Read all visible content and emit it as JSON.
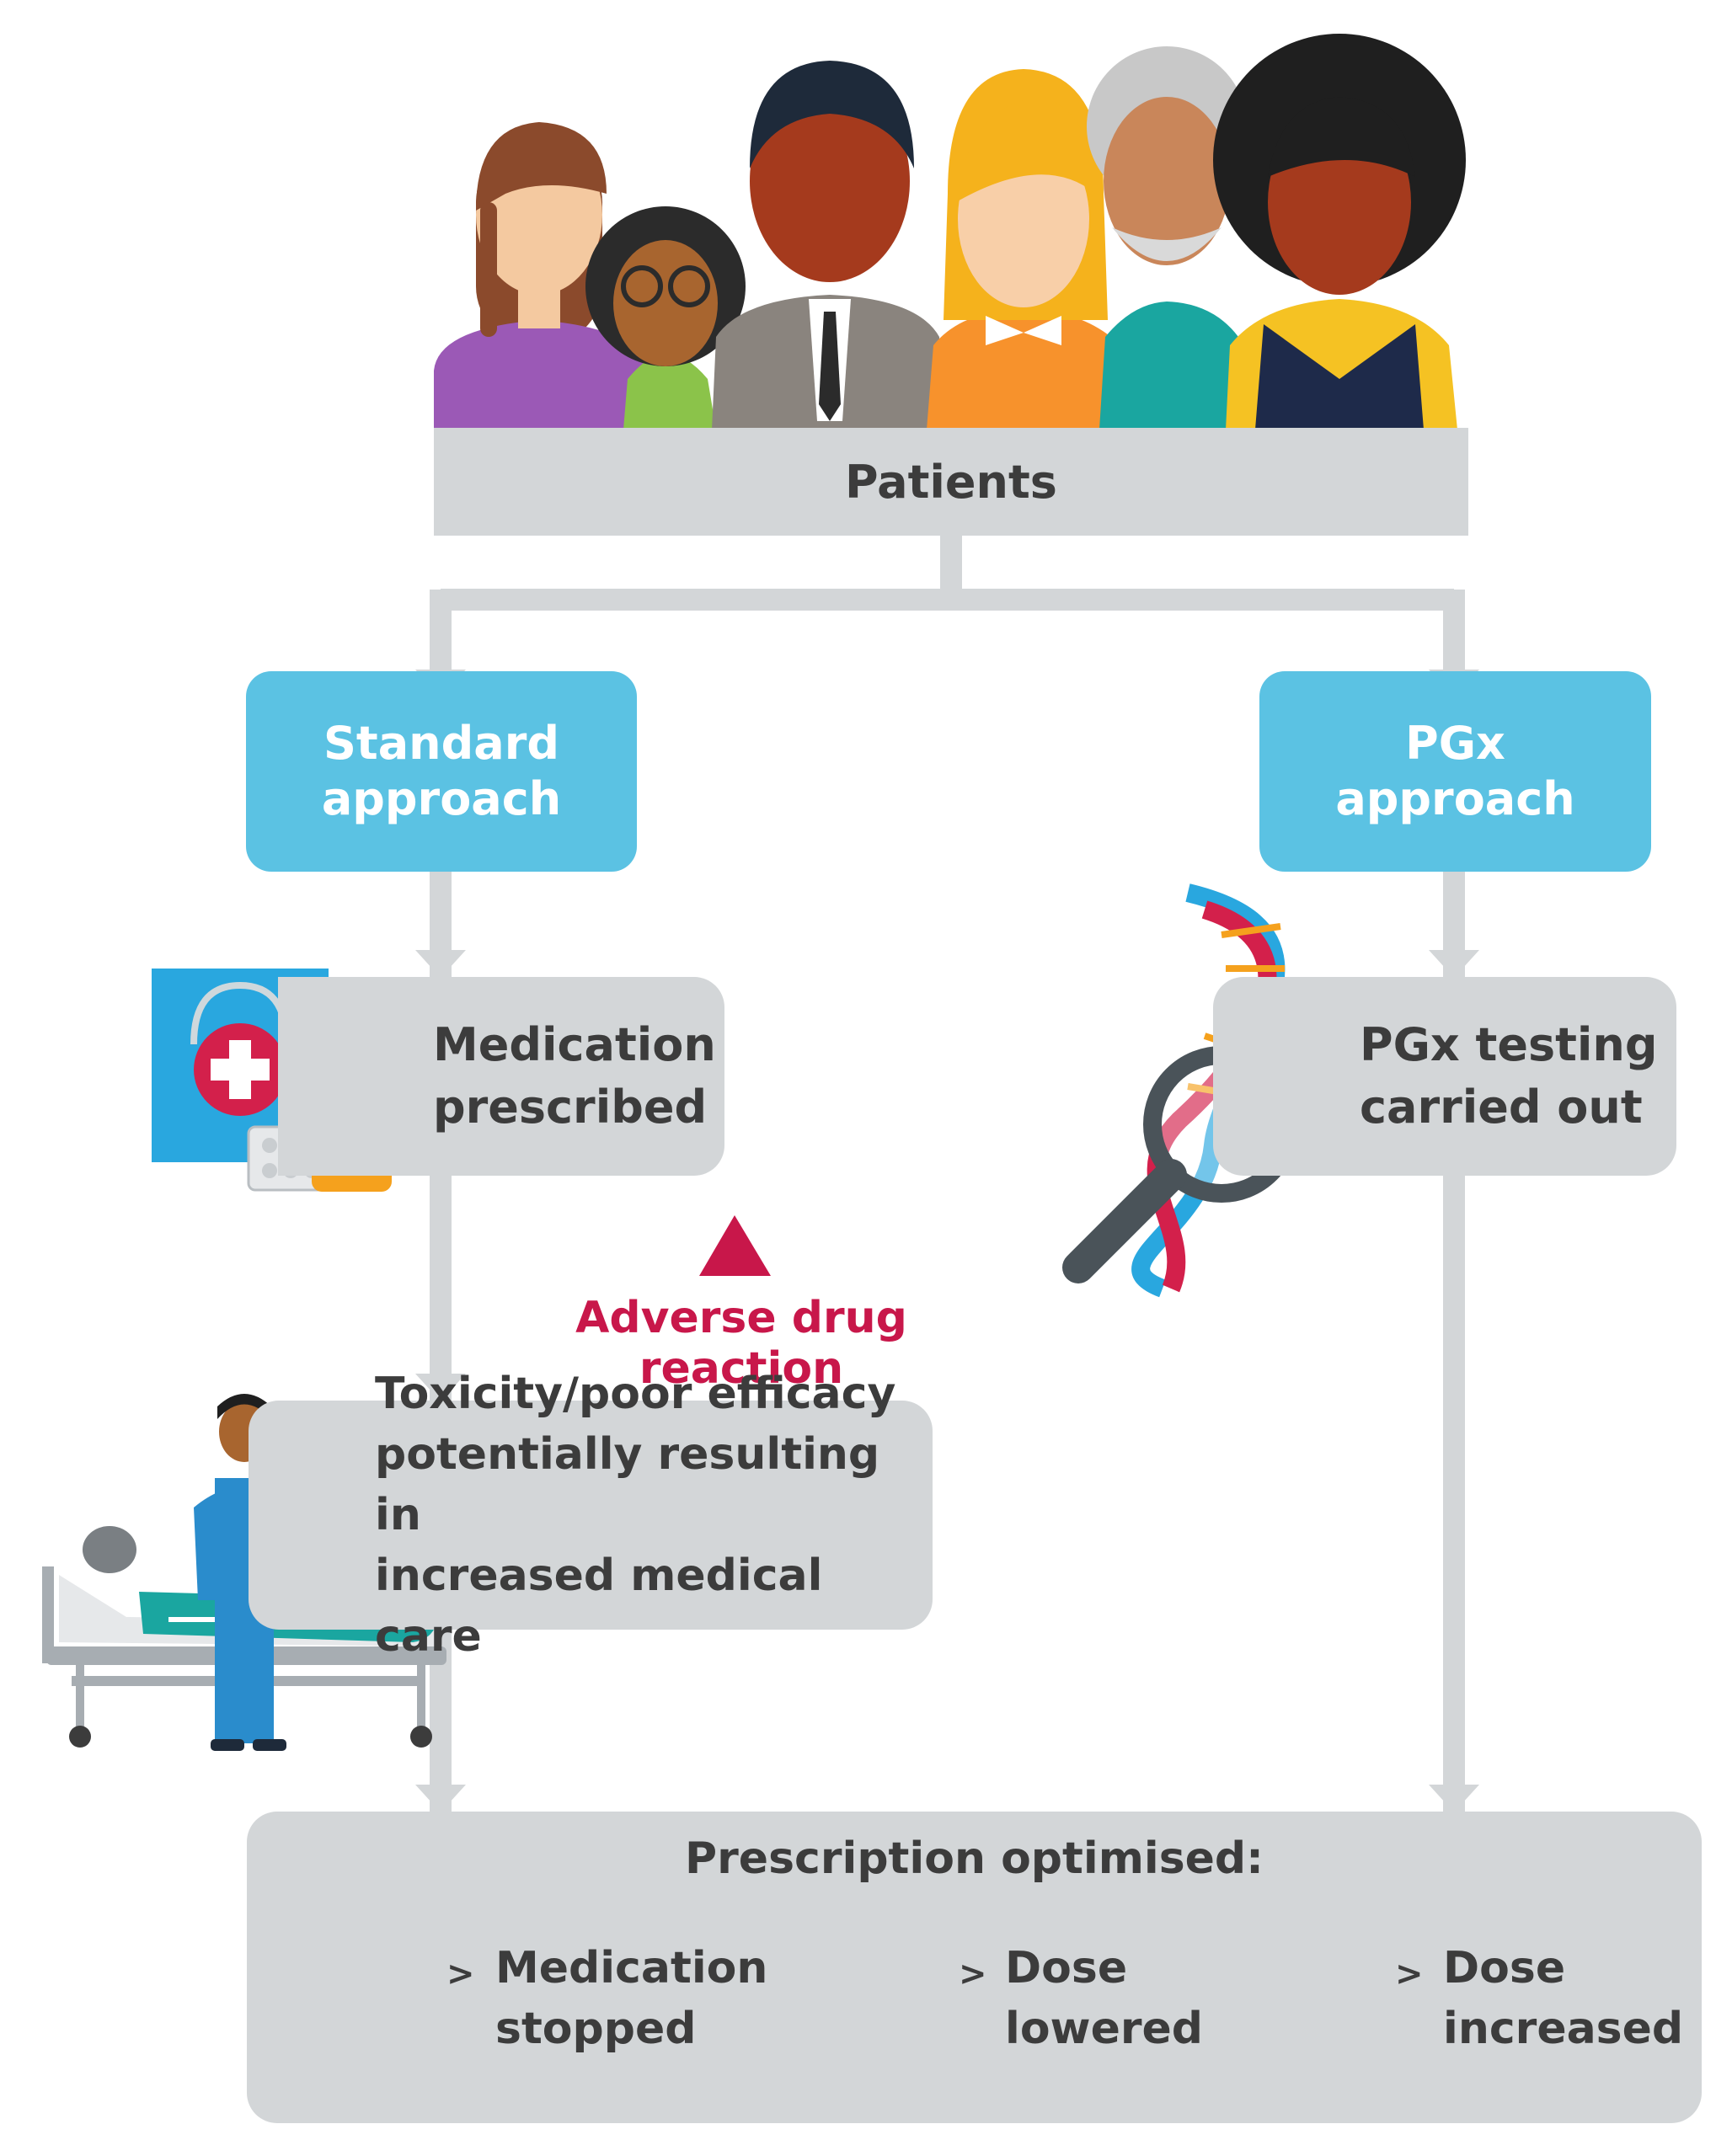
{
  "nodes": {
    "patients": "Patients",
    "standard_approach": [
      "Standard",
      "approach"
    ],
    "pgx_approach": [
      "PGx",
      "approach"
    ],
    "medication_prescribed": [
      "Medication",
      "prescribed"
    ],
    "pgx_testing": [
      "PGx testing",
      "carried out"
    ],
    "adverse_reaction": "Adverse drug reaction",
    "toxicity": [
      "Toxicity/poor efficacy",
      "potentially resulting in",
      "increased medical care"
    ],
    "prescription_title": "Prescription optimised:",
    "outcomes": [
      {
        "arrow": ">",
        "lines": [
          "Medication",
          "stopped"
        ]
      },
      {
        "arrow": ">",
        "lines": [
          "Dose",
          "lowered"
        ]
      },
      {
        "arrow": ">",
        "lines": [
          "Dose",
          "increased"
        ]
      }
    ]
  },
  "colors": {
    "box_gray": "#d3d6d8",
    "box_blue": "#5bc2e3",
    "connector": "#d3d6d8",
    "alert_red": "#c8174a",
    "bottle_orange": "#f5a11d"
  },
  "icons": [
    "people-group-icon",
    "pharmacy-bag-icon",
    "medicine-bottle-icon",
    "pill-blister-icon",
    "dna-magnifier-icon",
    "warning-triangle-icon",
    "nurse-patient-bed-icon",
    "cross-mark-icon",
    "arrow-down-icon",
    "arrow-up-icon"
  ]
}
